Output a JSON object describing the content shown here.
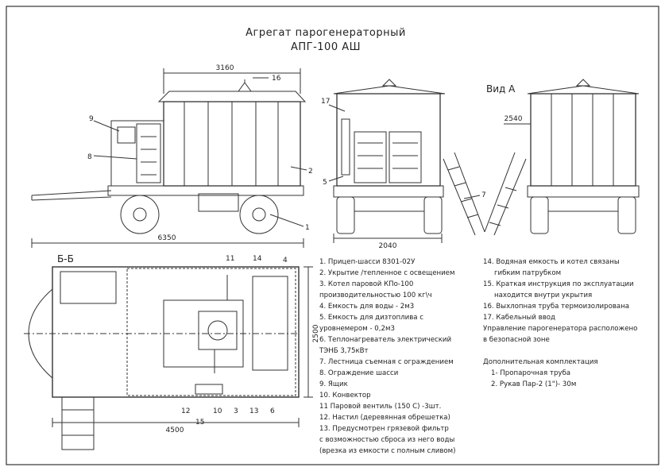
{
  "title_line1": "Агрегат парогенераторный",
  "title_line2": "АПГ-100 АШ",
  "view_a_label": "Вид А",
  "section_label": "Б-Б",
  "dims": {
    "top_width": "3160",
    "side_length": "6350",
    "rear_width": "2040",
    "view_a_height": "2540",
    "plan_length": "4500",
    "plan_width": "2500"
  },
  "callouts_side": [
    "9",
    "8",
    "16",
    "2",
    "1"
  ],
  "callouts_rear": [
    "17",
    "5",
    "7"
  ],
  "callouts_plan": [
    "11",
    "14",
    "4",
    "12",
    "15",
    "10",
    "3",
    "13",
    "6"
  ],
  "legend_left": [
    "1. Прицеп-шасси 8301-02У",
    "2. Укрытие /тепленное с освещением",
    "3. Котел паровой КПо-100",
    "производительностью 100 кг\\ч",
    "4. Емкость для воды - 2м3",
    "5. Емкость для дизтоплива с",
    "уровнемером - 0,2м3",
    "6. Теплонагреватель электрический",
    "ТЭНБ 3,75кВт",
    "7. Лестница съемная с ограждением",
    "8. Ограждение шасси",
    "9. Ящик",
    "10. Конвектор",
    "11 Паровой вентиль (150 С) -3шт.",
    "12. Настил (деревянная обрешетка)",
    "13. Предусмотрен грязевой фильтр",
    "с возможностью сброса из него воды",
    "(врезка из емкости с полным сливом)"
  ],
  "legend_right": [
    "14. Водяная емкость и котел связаны",
    "гибким патрубком",
    "15. Краткая инструкция по эксплуатации",
    "находится внутри укрытия",
    "16. Выхлопная труба термоизолирована",
    "17. Кабельный ввод",
    "Управление парогенератора расположено",
    "в безопасной зоне"
  ],
  "extras_title": "Дополнительная комплектация",
  "extras": [
    "1- Пропарочная труба",
    "2. Рукав Пар-2 (1\")- 30м"
  ]
}
